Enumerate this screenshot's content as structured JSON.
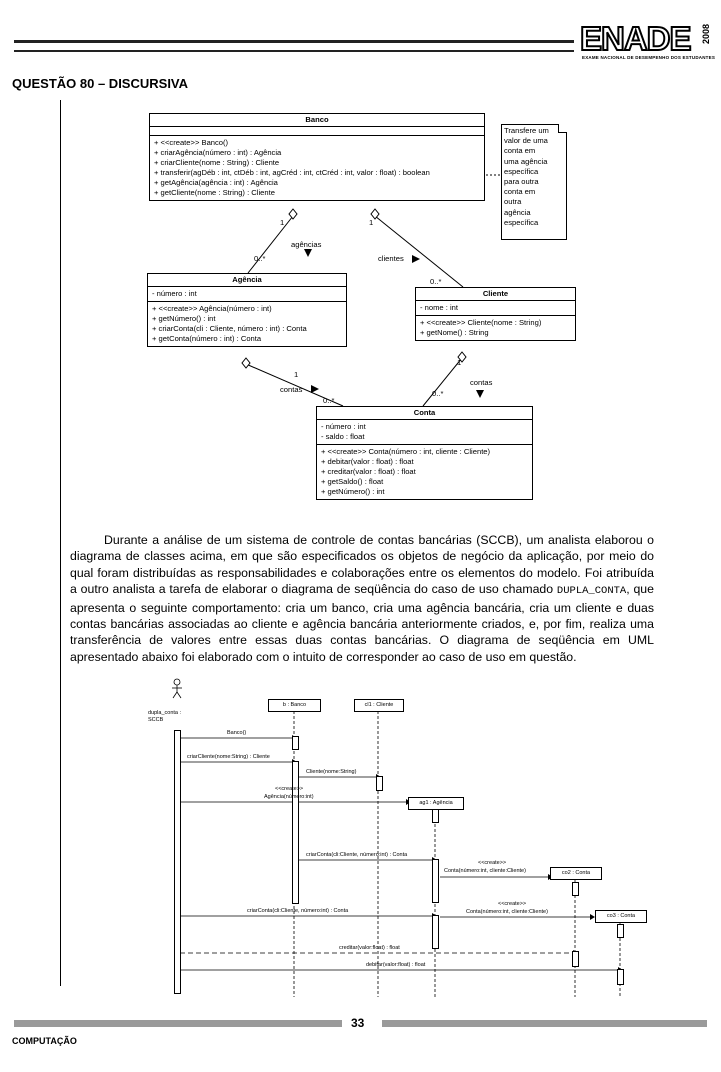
{
  "header": {
    "logo": "ENADE",
    "logo_subtitle": "EXAME NACIONAL DE DESEMPENHO DOS ESTUDANTES",
    "year": "2008"
  },
  "question_title": "QUESTÃO 80 – DISCURSIVA",
  "class_diagram": {
    "banco": {
      "name": "Banco",
      "attributes": [],
      "methods": [
        "+ <<create>> Banco()",
        "+ criarAgência(número : int) : Agência",
        "+ criarCliente(nome : String) : Cliente",
        "+ transferir(agDéb : int, ctDéb : int, agCréd : int, ctCréd : int, valor : float) : boolean",
        "+ getAgência(agência : int) : Agência",
        "+ getCliente(nome : String) : Cliente"
      ]
    },
    "agencia": {
      "name": "Agência",
      "attributes": [
        "- número : int"
      ],
      "methods": [
        "+ <<create>> Agência(número : int)",
        "+ getNúmero() : int",
        "+ criarConta(cli : Cliente, número : int) : Conta",
        "+ getConta(número : int) : Conta"
      ]
    },
    "cliente": {
      "name": "Cliente",
      "attributes": [
        "- nome : int"
      ],
      "methods": [
        "+ <<create>> Cliente(nome : String)",
        "+ getNome() : String"
      ]
    },
    "conta": {
      "name": "Conta",
      "attributes": [
        "- número : int",
        "- saldo : float"
      ],
      "methods": [
        "+ <<create>> Conta(número : int, cliente : Cliente)",
        "+ debitar(valor : float) : float",
        "+ creditar(valor : float) : float",
        "+ getSaldo() : float",
        "+ getNúmero() : int"
      ]
    },
    "note_lines": [
      "Transfere um",
      "valor de uma",
      "conta em",
      "uma agência",
      "específica",
      "para outra",
      "conta em",
      "outra",
      "agência",
      "específica"
    ],
    "labels": {
      "banco_ag_mult_top": "1",
      "banco_ag_mult_bottom": "0..*",
      "agencias": "agências",
      "banco_cli_mult_top": "1",
      "clientes": "clientes",
      "banco_cli_mult_bottom": "0..*",
      "ag_conta_mult_top": "1",
      "contas_left": "contas",
      "ag_conta_mult_bottom": "0..*",
      "cli_conta_mult_top": "1",
      "contas_right": "contas",
      "cli_conta_mult_bottom": "0..*"
    }
  },
  "paragraph": {
    "part1": "Durante a análise de um sistema de controle de contas bancárias (SCCB), um analista elaborou o diagrama de classes acima, em que são especificados os objetos de negócio da aplicação, por meio do qual foram distribuídas as responsabilidades e colaborações entre os elementos do modelo. Foi atribuída a outro analista a tarefa de elaborar o diagrama de seqüência do caso de uso chamado ",
    "code": "DUPLA_CONTA",
    "part2": ", que apresenta o seguinte comportamento: cria um banco, cria uma agência bancária, cria um cliente e duas contas bancárias associadas ao cliente e agência bancária anteriormente criados, e, por fim, realiza uma transferência de valores entre essas duas contas bancárias. O diagrama de seqüência em UML apresentado abaixo foi elaborado com o intuito de corresponder ao caso de uso em questão."
  },
  "sequence_diagram": {
    "actor_line1": "dupla_conta :",
    "actor_line2": "SCCB",
    "objects": {
      "banco": "b : Banco",
      "cliente": "cl1 : Cliente",
      "agencia": "ag1 : Agência",
      "conta2": "co2 : Conta",
      "conta3": "co3 : Conta"
    },
    "messages": {
      "m1": "Banco()",
      "m2": "criarCliente(nome:String) : Cliente",
      "m3": "Cliente(nome:String)",
      "m4_stereo": "<<create>>",
      "m4": "Agência(número:int)",
      "m5": "criarConta(cli:Cliente, número:int) : Conta",
      "m6_stereo": "<<create>>",
      "m6": "Conta(número:int, cliente:Cliente)",
      "m7": "criarConta(cli:Cliente, número:int) : Conta",
      "m8_stereo": "<<create>>",
      "m8": "Conta(número:int, cliente:Cliente)",
      "m9": "creditar(valor:float) : float",
      "m10": "debitar(valor:float) : float"
    }
  },
  "footer": {
    "page": "33",
    "course": "COMPUTAÇÃO"
  }
}
